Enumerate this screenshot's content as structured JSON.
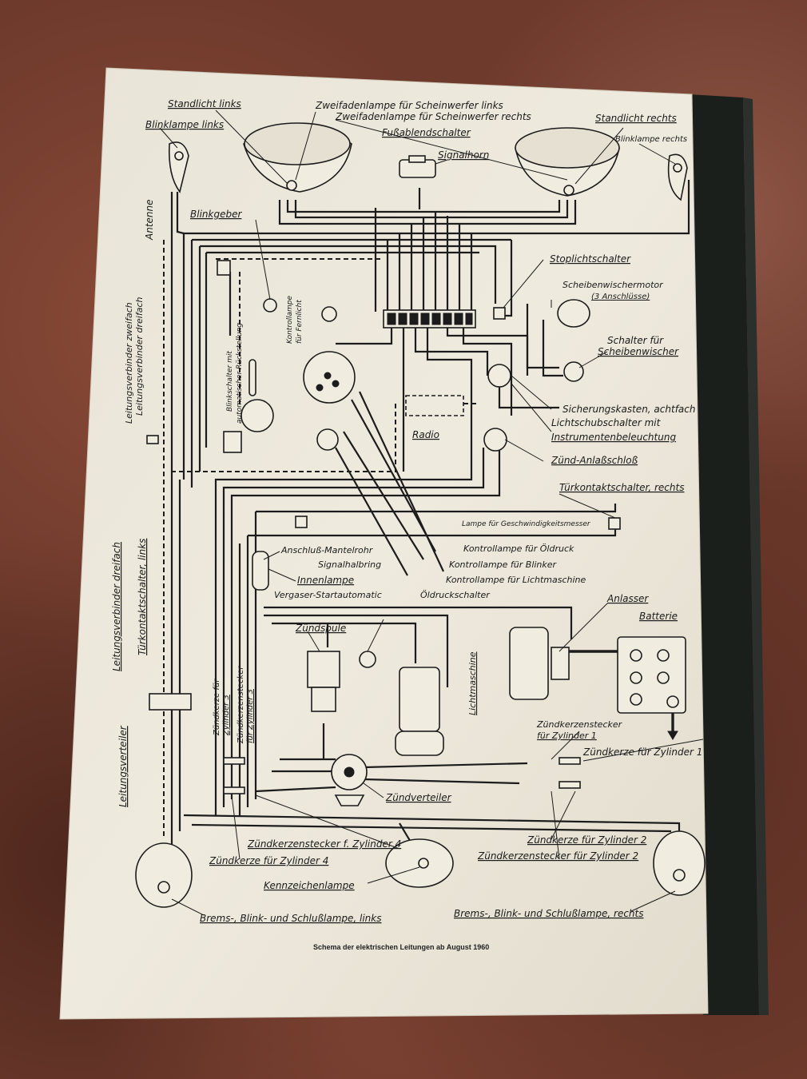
{
  "caption": "Schema der elektrischen Leitungen ab August 1960",
  "labels": {
    "standlicht_links": "Standlicht links",
    "zweifaden_links": "Zweifadenlampe für Scheinwerfer links",
    "zweifaden_rechts": "Zweifadenlampe für Scheinwerfer rechts",
    "fussabblend": "Fußablendschalter",
    "signalhorn": "Signalhorn",
    "standlicht_rechts": "Standlicht rechts",
    "blinklampe_links": "Blinklampe links",
    "blinklampe_rechts": "Blinklampe rechts",
    "antenne": "Antenne",
    "blinkgeber": "Blinkgeber",
    "stoplichtschalter": "Stoplichtschalter",
    "scheibenwischermotor": "Scheibenwischermotor",
    "anschluesse": "(3 Anschlüsse)",
    "schalter_fuer": "Schalter für",
    "scheibenwischer": "Scheibenwischer",
    "leitungsverbinder_zweifach": "Leitungsverbinder zweifach",
    "leitungsverbinder_dreifach": "Leitungsverbinder dreifach",
    "blinkschalter": "Blinkschalter mit",
    "blinkschalter2": "automatischer Rückstellung",
    "kontrolllampe_fernlicht": "Kontrollampe",
    "kontrolllampe_fernlicht2": "für Fernlicht",
    "sicherungskasten": "Sicherungskasten, achtfach",
    "lichtschub": "Lichtschubschalter mit",
    "instrumentenbeleuchtung": "Instrumentenbeleuchtung",
    "radio": "Radio",
    "zuend_anlass": "Zünd-Anlaßschloß",
    "tuerkontakt_rechts": "Türkontaktschalter, rechts",
    "lampe_geschwindigkeit": "Lampe für Geschwindigkeitsmesser",
    "leitungsverbinder_dreifach2": "Leitungsverbinder dreifach",
    "tuerkontakt_links": "Türkontaktschalter, links",
    "anschluss_mantelrohr": "Anschluß-Mantelrohr",
    "signalhalbring": "Signalhalbring",
    "innenlampe": "Innenlampe",
    "vergaser": "Vergaser-Startautomatic",
    "kontroll_oeldruck": "Kontrollampe für Öldruck",
    "kontroll_blinker": "Kontrollampe für Blinker",
    "kontroll_lichtmaschine": "Kontrollampe für Lichtmaschine",
    "oeldruckschalter": "Öldruckschalter",
    "anlasser": "Anlasser",
    "batterie": "Batterie",
    "zuendspule": "Zündspule",
    "lichtmaschine": "Lichtmaschine",
    "zk_zyl3_a": "Zündkerze für",
    "zk_zyl3_b": "Zylinder 3",
    "zks_zyl3_a": "Zündkerzenstecker",
    "zks_zyl3_b": "für Zylinder 3",
    "zks_zyl1_a": "Zündkerzenstecker",
    "zks_zyl1_b": "für Zylinder 1",
    "zk_zyl1": "Zündkerze für Zylinder 1",
    "leitungsverteiler": "Leitungsverteiler",
    "zuendverteiler": "Zündverteiler",
    "zks_zyl4": "Zündkerzenstecker f. Zylinder 4",
    "zk_zyl4": "Zündkerze für Zylinder 4",
    "zk_zyl2": "Zündkerze für Zylinder 2",
    "zks_zyl2": "Zündkerzenstecker für Zylinder 2",
    "kennzeichenlampe": "Kennzeichenlampe",
    "brems_links": "Brems-, Blink- und Schlußlampe, links",
    "brems_rechts": "Brems-, Blink- und Schlußlampe, rechts"
  }
}
